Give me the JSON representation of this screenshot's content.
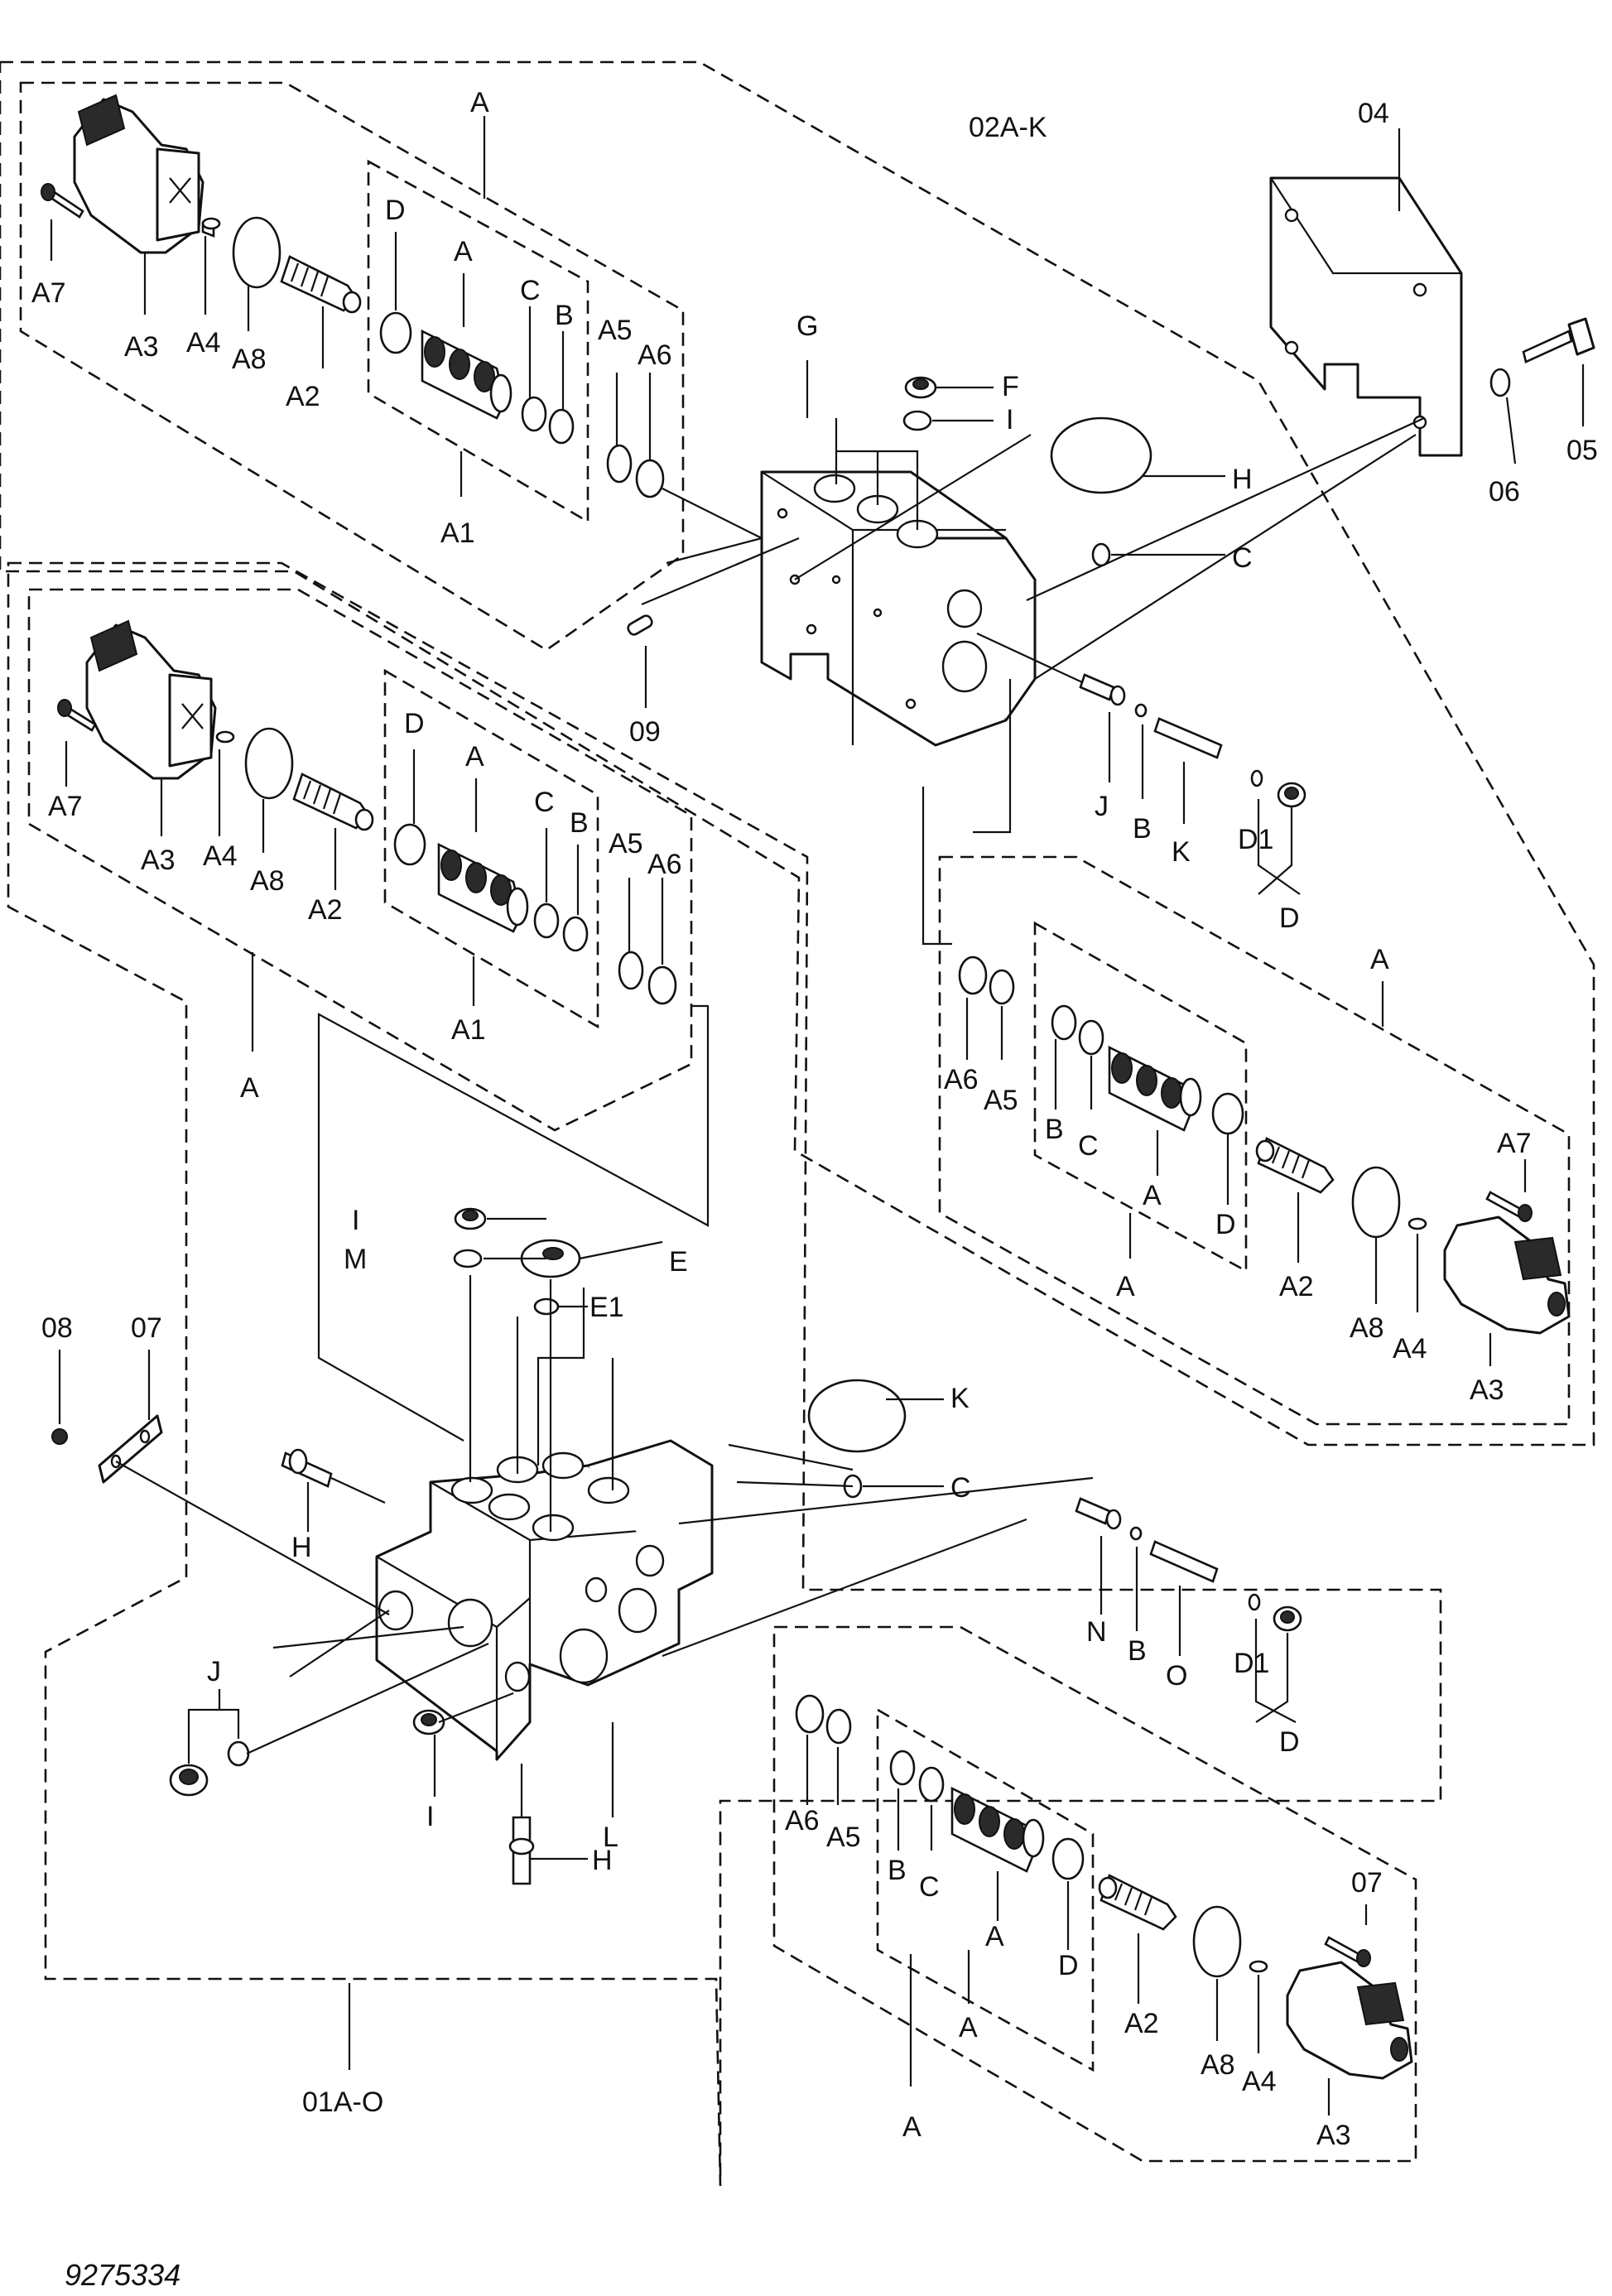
{
  "drawing_number": "9275334",
  "labels": {
    "assy_top": "02A-K",
    "assy_bottom": "01A-O",
    "part_04": "04",
    "part_05": "05",
    "part_06": "06",
    "part_07_tr": "07",
    "part_07": "07",
    "part_08": "08",
    "part_09": "09",
    "A": "A",
    "A1": "A1",
    "A2": "A2",
    "A3": "A3",
    "A4": "A4",
    "A5": "A5",
    "A6": "A6",
    "A7": "A7",
    "A8": "A8",
    "B": "B",
    "C": "C",
    "D": "D",
    "D1": "D1",
    "E": "E",
    "E1": "E1",
    "F": "F",
    "G": "G",
    "H": "H",
    "I": "I",
    "J": "J",
    "K": "K",
    "L": "L",
    "M": "M",
    "N": "N",
    "O": "O"
  }
}
